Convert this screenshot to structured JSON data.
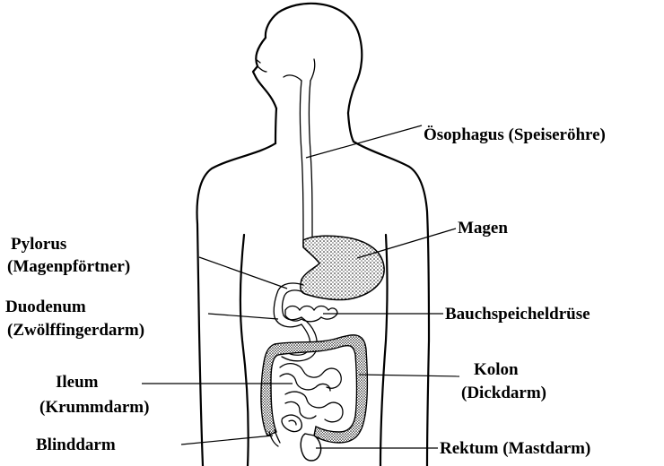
{
  "labels": {
    "oesophagus": "Ösophagus (Speiseröhre)",
    "magen": "Magen",
    "pylorus_1": "Pylorus",
    "pylorus_2": "(Magenpförtner)",
    "duodenum_1": "Duodenum",
    "duodenum_2": "(Zwölffingerdarm)",
    "bauchspeicheldruese": "Bauchspeicheldrüse",
    "ileum_1": "Ileum",
    "ileum_2": "(Krummdarm)",
    "kolon_1": "Kolon",
    "kolon_2": "(Dickdarm)",
    "blinddarm": "Blinddarm",
    "rektum": "Rektum (Mastdarm)"
  }
}
